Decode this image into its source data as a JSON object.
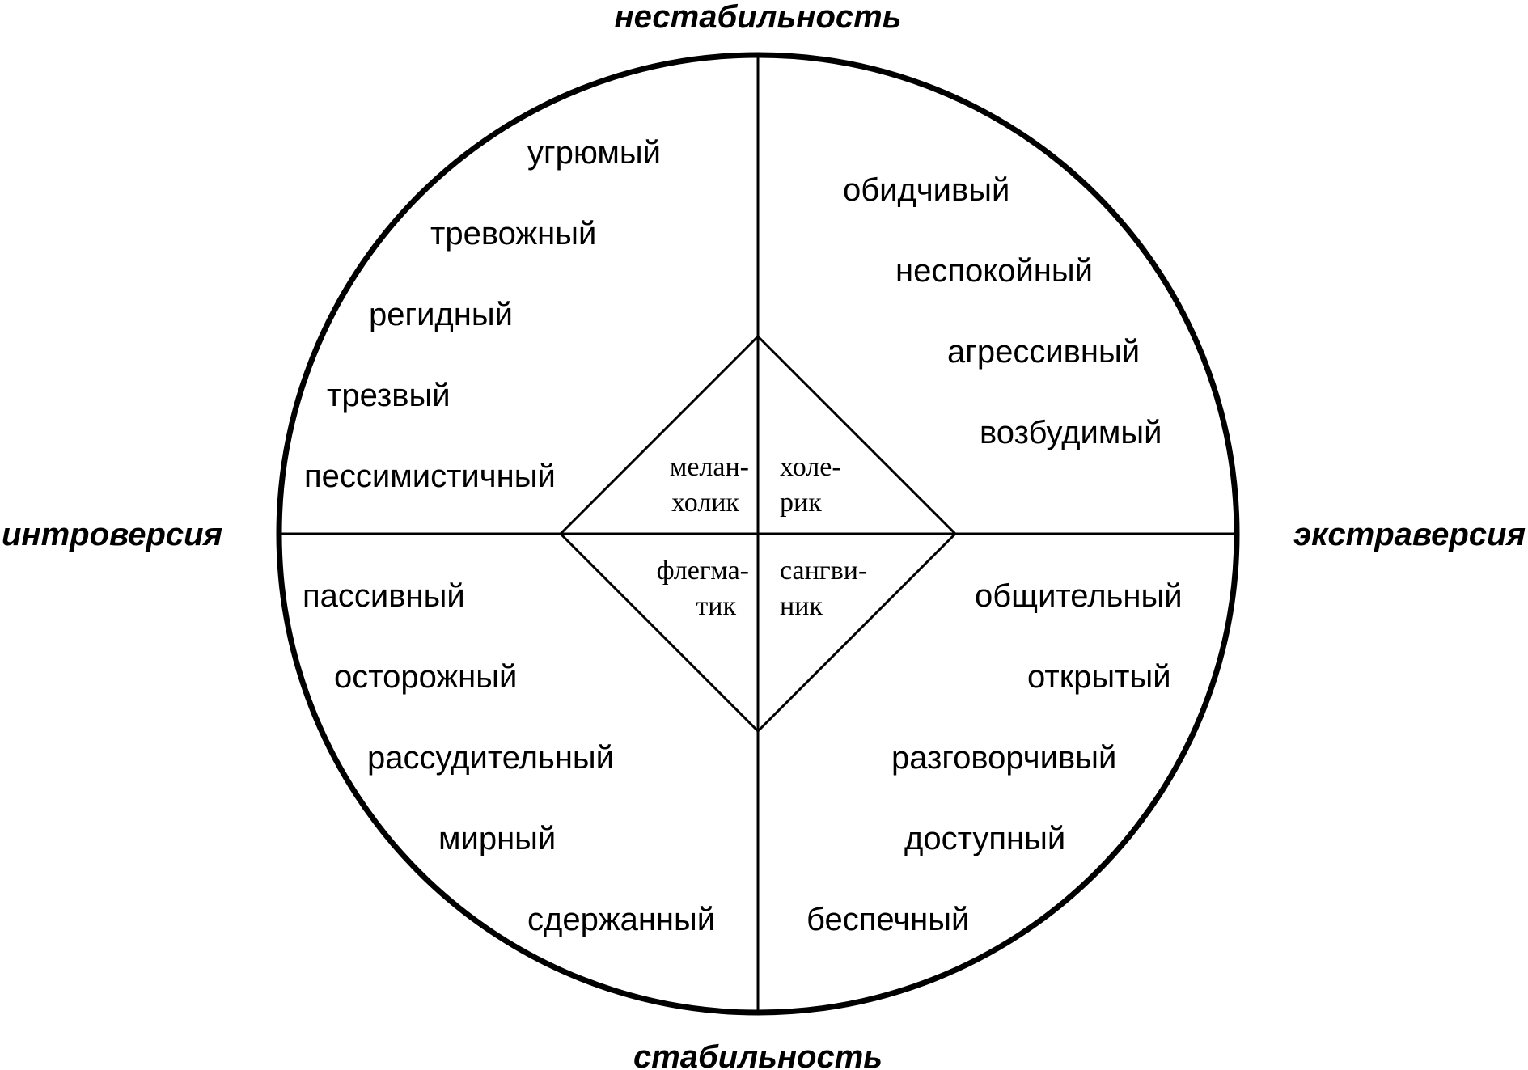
{
  "axes": {
    "top": "нестабильность",
    "bottom": "стабильность",
    "left": "интроверсия",
    "right": "экстраверсия"
  },
  "quadrants": {
    "upper_left": [
      "угрюмый",
      "тревожный",
      "регидный",
      "трезвый",
      "пессимистичный"
    ],
    "upper_right": [
      "обидчивый",
      "неспокойный",
      "агрессивный",
      "возбудимый"
    ],
    "lower_left": [
      "пассивный",
      "осторожный",
      "рассудительный",
      "мирный",
      "сдержанный"
    ],
    "lower_right": [
      "общительный",
      "открытый",
      "разговорчивый",
      "доступный",
      "беспечный"
    ]
  },
  "temperaments": {
    "melancholic": [
      "мелан-",
      "холик"
    ],
    "choleric": [
      "холе-",
      "рик"
    ],
    "phlegmatic": [
      "флегма-",
      "тик"
    ],
    "sanguine": [
      "сангви-",
      "ник"
    ]
  },
  "colors": {
    "ink": "#000000",
    "background": "#ffffff"
  }
}
